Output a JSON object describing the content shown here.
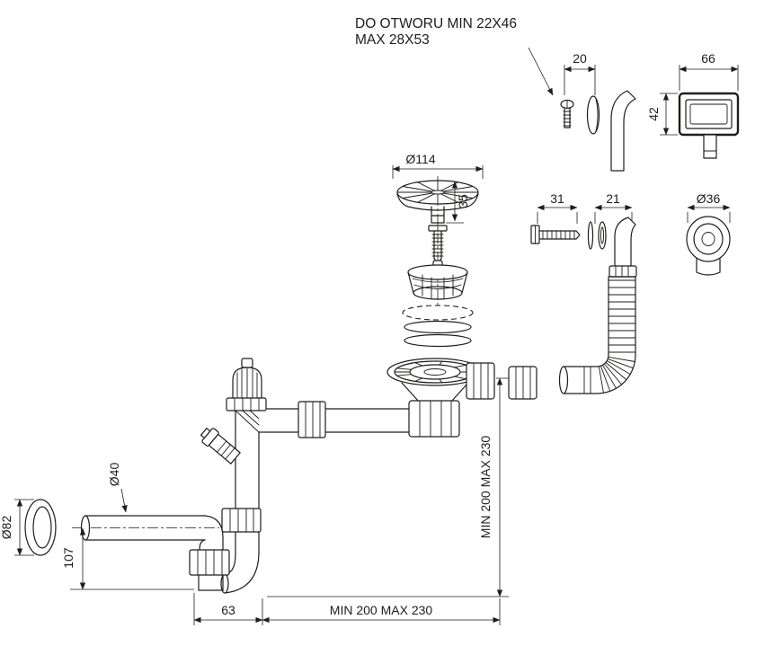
{
  "page": {
    "background": "#ffffff",
    "ink": "#1d1d1b"
  },
  "note": {
    "line1": "DO OTWORU MIN 22X46",
    "line2": "MAX 28X53"
  },
  "dimensions": {
    "overflow_screw": "20",
    "overflow_cover_width": "66",
    "overflow_cover_height": "42",
    "strainer_cap_diameter": "Ø114",
    "strainer_cap_height": "35",
    "screw_length": "31",
    "washer_width": "21",
    "nut_diameter": "Ø36",
    "outlet_height_range": "MIN 200 MAX 230",
    "pipe_diameter": "Ø40",
    "rosette_diameter": "Ø82",
    "wall_pipe_height": "107",
    "trap_offset": "63",
    "outlet_reach_range": "MIN 200 MAX 230"
  }
}
